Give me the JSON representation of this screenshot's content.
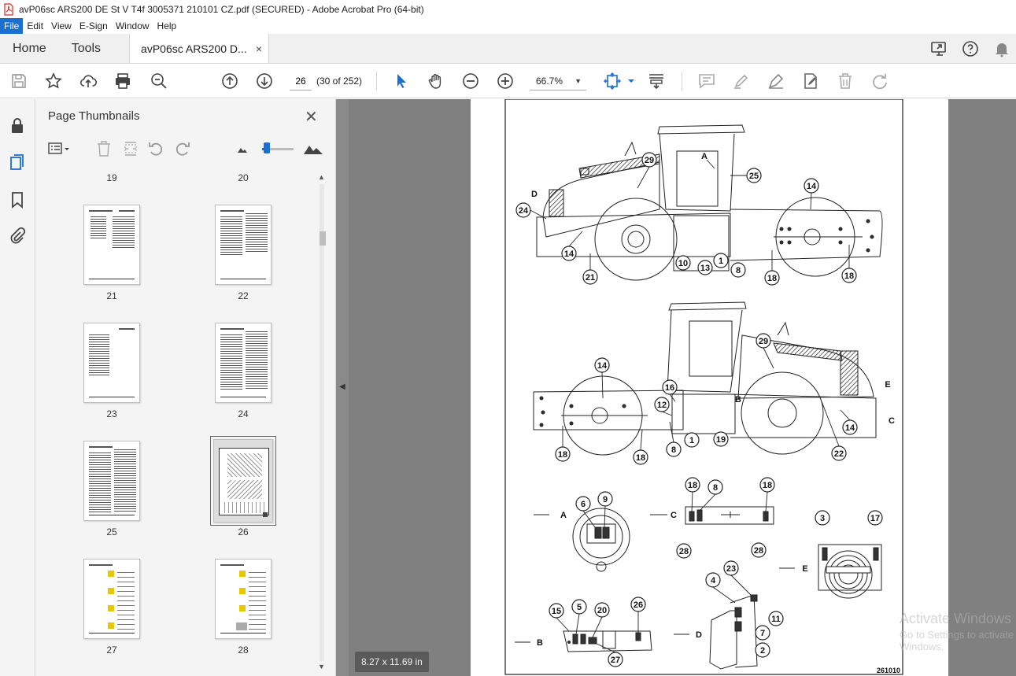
{
  "window": {
    "title": "avP06sc ARS200 DE St V T4f 3005371 210101 CZ.pdf (SECURED) - Adobe Acrobat Pro (64-bit)"
  },
  "menu": [
    "File",
    "Edit",
    "View",
    "E-Sign",
    "Window",
    "Help"
  ],
  "tabs": {
    "home": "Home",
    "tools": "Tools",
    "document": "avP06sc ARS200 D...",
    "close": "×"
  },
  "toolbar": {
    "page_number": "26",
    "page_count": "(30 of 252)",
    "zoom": "66.7%"
  },
  "thumbnails": {
    "title": "Page Thumbnails",
    "close": "✕",
    "pages": [
      "19",
      "20",
      "21",
      "22",
      "23",
      "24",
      "25",
      "26",
      "27",
      "28"
    ],
    "selected": "26"
  },
  "viewer": {
    "page_size": "8.27 x 11.69 in"
  },
  "drawing": {
    "callouts_top": [
      "A",
      "D",
      "29",
      "25",
      "14",
      "24",
      "14",
      "21",
      "10",
      "13",
      "1",
      "8",
      "18",
      "18"
    ],
    "callouts_mid": [
      "29",
      "14",
      "16",
      "B",
      "E",
      "C",
      "12",
      "14",
      "18",
      "8",
      "1",
      "19",
      "18",
      "22"
    ],
    "details": {
      "a": [
        "A",
        "6",
        "9"
      ],
      "c": [
        "C",
        "18",
        "8",
        "18",
        "28",
        "28"
      ],
      "e": [
        "3",
        "17",
        "E"
      ],
      "b": [
        "B",
        "15",
        "5",
        "20",
        "26",
        "27"
      ],
      "d": [
        "D",
        "4",
        "23",
        "11",
        "7",
        "2"
      ]
    },
    "figure_id": "261010"
  },
  "watermark": {
    "line1": "Activate Windows",
    "line2": "Go to Settings to activate Windows."
  }
}
